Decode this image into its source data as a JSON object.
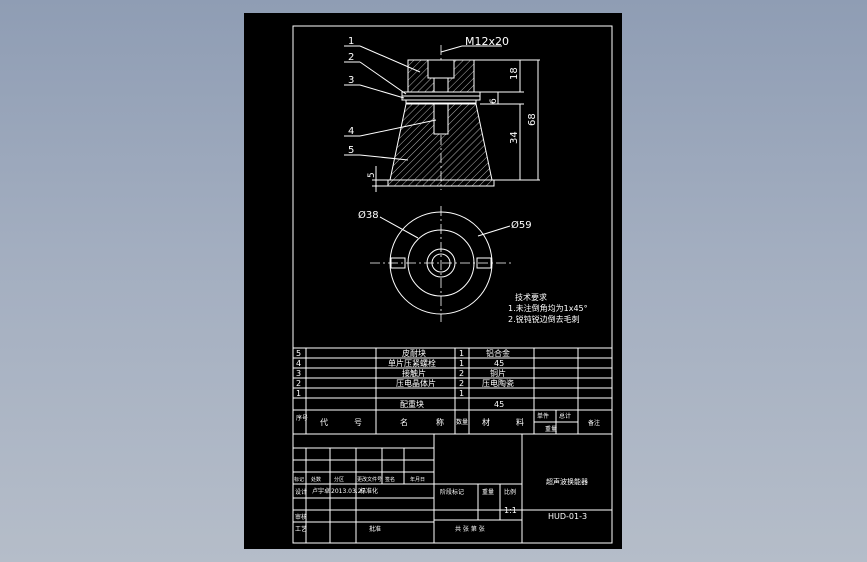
{
  "drawing": {
    "thread_label": "M12x20",
    "leaders": [
      "1",
      "2",
      "3",
      "4",
      "5"
    ],
    "dims": {
      "d18": "18",
      "d6": "6",
      "d34": "34",
      "d68": "68",
      "d5": "5",
      "dia38": "Ø38",
      "dia59": "Ø59"
    }
  },
  "tech": {
    "title": "技术要求",
    "line1": "1.未注倒角均为1x45°",
    "line2": "2.锐钝锐边倒去毛刺"
  },
  "parts": [
    {
      "no": "5",
      "name": "皮耐块",
      "qty": "1",
      "mat": "铝合金"
    },
    {
      "no": "4",
      "name": "单片压紧螺栓",
      "qty": "1",
      "mat": "45"
    },
    {
      "no": "3",
      "name": "接触片",
      "qty": "2",
      "mat": "铜片"
    },
    {
      "no": "2",
      "name": "压电晶体片",
      "qty": "2",
      "mat": "压电陶瓷"
    },
    {
      "no": "1",
      "name": "配重块",
      "qty": "1",
      "mat": "45"
    }
  ],
  "bom_header": {
    "no": "序号",
    "code1": "代",
    "code2": "号",
    "name1": "名",
    "name2": "称",
    "qty": "数量",
    "mat1": "材",
    "mat2": "料",
    "single": "单件",
    "total": "总计",
    "weight": "重量",
    "note": "备注"
  },
  "title_block": {
    "revision_labels": [
      "标记",
      "处数",
      "分区",
      "更改文件号",
      "签名",
      "年月日"
    ],
    "designer_label": "设计",
    "designer_name": "卢宇卓",
    "date": "2013.03.27",
    "std_label": "标准化",
    "review_label": "审核",
    "process_label": "工艺",
    "approve_label": "批准",
    "stage_label": "阶段标记",
    "weight_label": "重量",
    "scale_label": "比例",
    "scale": "1:1",
    "sheets": "共 张 第 张",
    "title": "超声波换能器",
    "drawing_no": "HUD-01-3"
  }
}
